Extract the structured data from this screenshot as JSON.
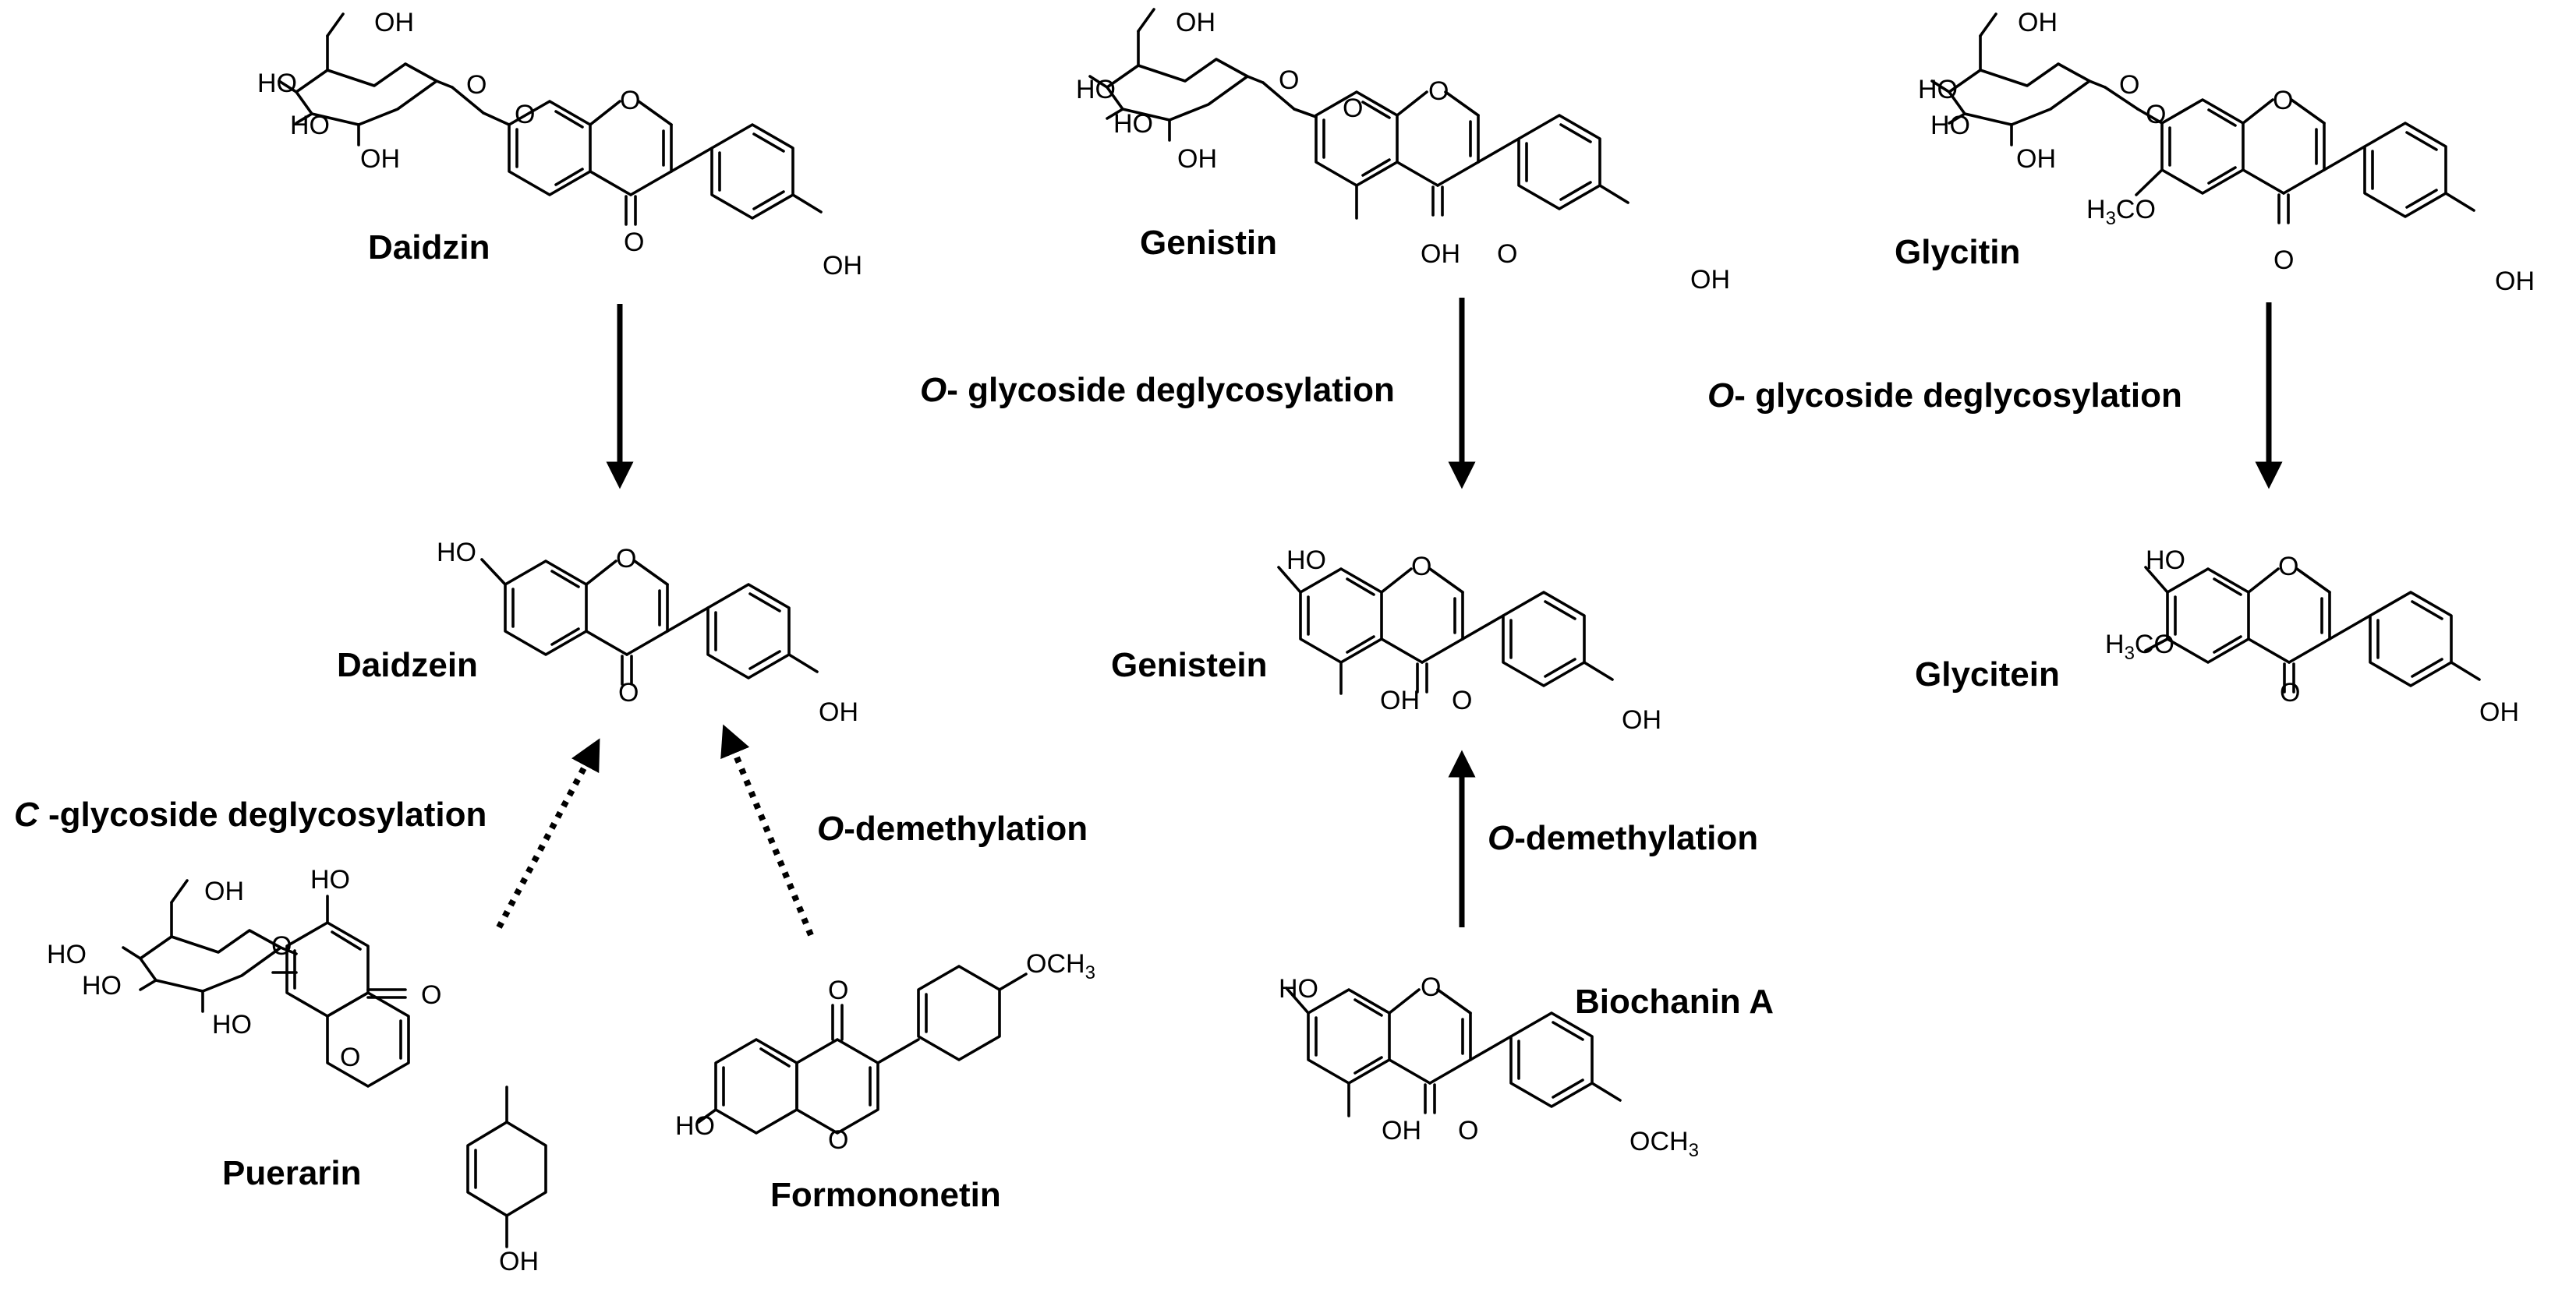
{
  "compounds": {
    "daidzin": "Daidzin",
    "genistin": "Genistin",
    "glycitin": "Glycitin",
    "daidzein": "Daidzein",
    "genistein": "Genistein",
    "glycitein": "Glycitein",
    "puerarin": "Puerarin",
    "formononetin": "Formononetin",
    "biochanin": "Biochanin A"
  },
  "reactions": {
    "o_glycoside_prefix": "O",
    "o_glycoside_text": "- glycoside deglycosylation",
    "c_glycoside_prefix": "C",
    "c_glycoside_text": " -glycoside deglycosylation",
    "o_demethylation_prefix": "O",
    "o_demethylation_text": "-demethylation"
  },
  "atoms": {
    "oh": "OH",
    "ho": "HO",
    "o": "O",
    "och3_stem": "OCH",
    "ch3_sub": "3",
    "h3co_h": "H",
    "h3co_sub": "3",
    "h3co_tail": "CO"
  },
  "arrows": [
    {
      "id": "daidzin-to-daidzein",
      "style": "solid"
    },
    {
      "id": "genistin-to-genistein",
      "style": "solid"
    },
    {
      "id": "glycitin-to-glycitein",
      "style": "solid"
    },
    {
      "id": "biochanin-to-genistein",
      "style": "solid"
    },
    {
      "id": "puerarin-to-daidzein",
      "style": "dotted"
    },
    {
      "id": "formononetin-to-daidzein",
      "style": "dotted"
    }
  ]
}
